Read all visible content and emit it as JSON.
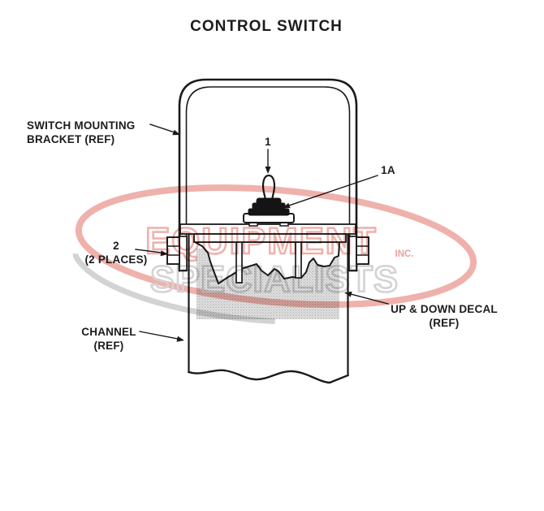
{
  "title": "CONTROL SWITCH",
  "callouts": {
    "bracket": "SWITCH MOUNTING\nBRACKET (REF)",
    "item1": "1",
    "item1a": "1A",
    "item2": "2\n(2 PLACES)",
    "decal": "UP & DOWN DECAL\n(REF)",
    "channel": "CHANNEL\n(REF)"
  },
  "watermark": {
    "line1": "EQUIPMENT",
    "line2": "SPECIALISTS",
    "suffix": "INC.",
    "red": "#eeaba5",
    "gray": "#cfcfcf",
    "inc_red": "#e59a93"
  },
  "colors": {
    "line": "#1a1a1a",
    "stipple_bg": "#e2e2e2",
    "stipple_dot": "#9b9b9b"
  }
}
